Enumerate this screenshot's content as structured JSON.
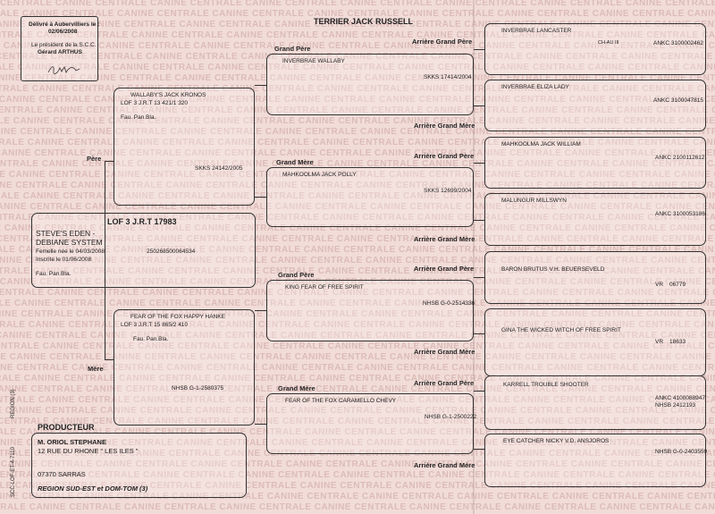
{
  "header": {
    "breed": "TERRIER JACK RUSSELL",
    "watermark": "CENTRALE CANINE"
  },
  "certificate": {
    "delivered": "Délivré à Aubervilliers le :",
    "date": "02/06/2008",
    "president_title": "Le président de la S.C.C.",
    "president_name": "Gérard ARTHUS"
  },
  "dog": {
    "lof": "LOF 3 J.R.T 17983",
    "name_line1": "STEVE'S EDEN -",
    "name_line2": "DEBIANE SYSTEM",
    "birth": "Femelle née le  04/03/2008",
    "chip": "250268500064534",
    "registered": "Inscrite le 01/06/2008",
    "colour": "Fau. Pan.Bla."
  },
  "labels": {
    "father": "Père",
    "mother": "Mère",
    "grandfather": "Grand Père",
    "grandmother": "Grand Mère",
    "ggfather": "Arrière Grand Père",
    "ggmother": "Arrière Grand Mère"
  },
  "sire": {
    "name": "WALLABY'S JACK KRONOS",
    "reg": "LOF 3 J.R.T 13 421/1 320",
    "colour": "Fau. Pan.Bla.",
    "number": "SKKS 24142/2005"
  },
  "dam": {
    "name": "FEAR OF THE FOX HAPPY HANKE",
    "reg": "LOF 3 J.R.T 15 865/2 410",
    "colour": "Fau. Pan.Bla.",
    "number": "NHSB G-1-2580375"
  },
  "grandparents": [
    {
      "name": "INVERBRAE WALLABY",
      "number": "SKKS 17414/2004"
    },
    {
      "name": "MAHKOOLMA JACK POLLY",
      "number": "SKKS 12699/2004"
    },
    {
      "name": "KING FEAR OF FREE SPIRIT",
      "number": "NHSB G-0-2514336"
    },
    {
      "name": "FEAR OF THE FOX CARAMELLO CHEVY",
      "number": "NHSB G-1-2500222"
    }
  ],
  "great_grandparents": [
    {
      "name": "INVERBRAE LANCASTER",
      "title": "CH-AU III",
      "number": "ANKC  3100002462"
    },
    {
      "name": "INVERBRAE ELIZA LADY",
      "title": "",
      "number": "ANKC  3100047815"
    },
    {
      "name": "MAHKOOLMA JACK WILLIAM",
      "title": "",
      "number": "ANKC 2100112612"
    },
    {
      "name": "MALUNGUR MILLSWYN",
      "title": "",
      "number": "ANKC 3100053186"
    },
    {
      "name": "BARON BRUTUS V.H. BEUERSEVELD",
      "title": "VR",
      "number": "06779"
    },
    {
      "name": "GINA THE WICKED WITCH OF FREE SPIRIT",
      "title": "VR",
      "number": "18633"
    },
    {
      "name": "KARRELL TROUBLE SHOOTER",
      "title": "",
      "number": "ANKC 4100088947",
      "number2": "NHSB 2412193"
    },
    {
      "name": "EYE CATCHER NICKY V.D. ANSJOROS",
      "title": "",
      "number": "NHSB G-0-2403559"
    }
  ],
  "producer": {
    "heading": "PRODUCTEUR",
    "name": "M. ORIOL STEPHANE",
    "address": "12 RUE DU RHONE \" LES ILES \"",
    "city": "07370 SARRAS",
    "region": "REGION SUD-EST et DOM-TOM (3)"
  },
  "side": {
    "region": "REGION (3)",
    "code": "SCC-LOF-ET-4-7110"
  }
}
